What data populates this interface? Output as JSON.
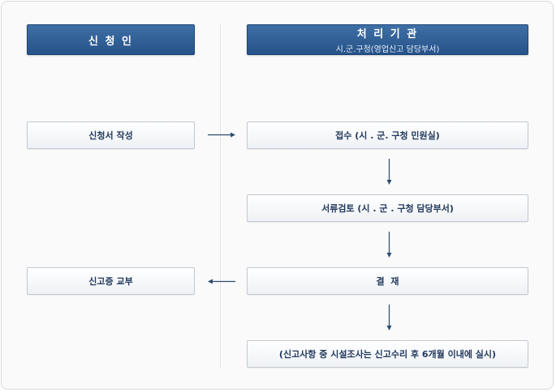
{
  "applicant": {
    "header": "신 청 인",
    "steps": [
      "신청서 작성",
      "신고증 교부"
    ]
  },
  "agency": {
    "header": "처 리 기 관",
    "subheader": "시.군.구청(영업신고 담당부서)",
    "steps": [
      "접수 (시 . 군. 구청 민원실)",
      "서류검토 (시 . 군 . 구청 담당부서)",
      "결  재",
      "(신고사항 중 시설조사는 신고수리 후 6개월 이내에 실시)"
    ]
  },
  "colors": {
    "header_bg": "#2b5a93",
    "box_text": "#223a5e",
    "arrow": "#2d4a6e"
  }
}
